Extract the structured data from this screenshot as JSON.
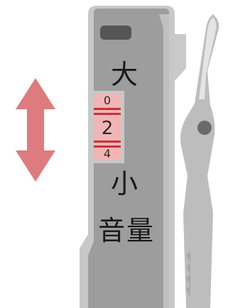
{
  "labels": {
    "max": "大",
    "min": "小",
    "title": "音量"
  },
  "dial": {
    "upper_digit": "0",
    "current_digit": "2",
    "lower_digit": "4"
  },
  "colors": {
    "body_gray": "#9d9d9d",
    "body_light": "#cfcfcf",
    "clip_gray": "#bdbdbd",
    "clip_light": "#e4e4e4",
    "dial_pink": "#f2b5b5",
    "dial_red": "#c7323c",
    "arrow_pink": "#de7b7e",
    "pivot_dark": "#6a6a6a"
  },
  "icons": {
    "arrow": "up-down-arrow-icon",
    "slot": "slot-icon",
    "pivot": "pivot-icon"
  }
}
